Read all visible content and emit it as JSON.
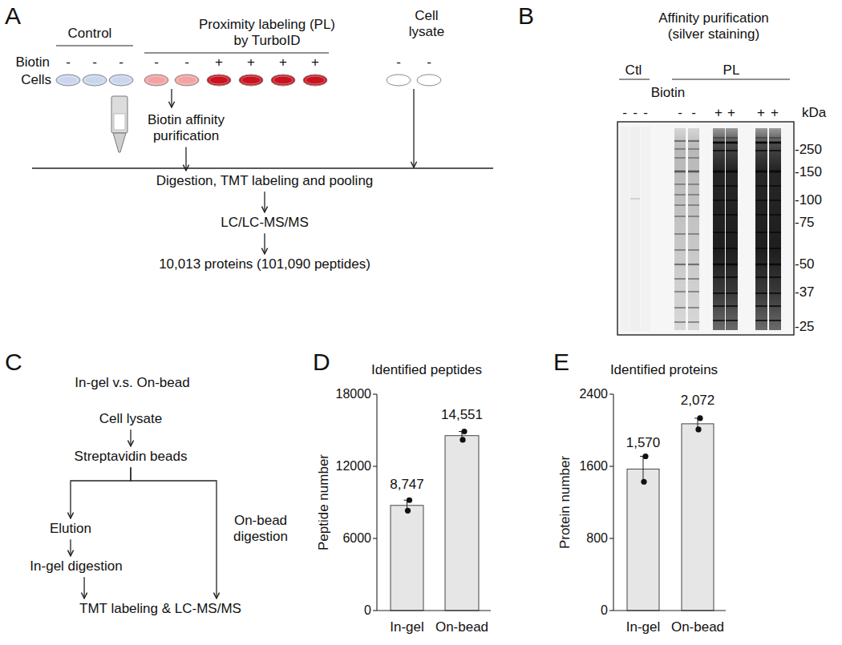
{
  "diagram": {
    "nodes": [
      {
        "text": [
          "Biotin affinity purification"
        ]
      },
      {
        "text": [
          "Digestion, TMT labeling and pooling"
        ]
      },
      {
        "text": [
          "LC/LC-MS/MS"
        ]
      },
      {
        "text": [
          "10,013 proteins (101,090 peptides)"
        ]
      },
      {
        "text": [
          "Cell lysate"
        ]
      },
      {
        "text": [
          "Streptavidin beads"
        ]
      },
      {
        "text": [
          "Elution"
        ]
      },
      {
        "text": [
          "In-gel digestion"
        ]
      },
      {
        "text": [
          "TMT labeling & LC-MS/MS"
        ]
      }
    ],
    "edges": [
      {
        "from": 0,
        "to": 1,
        "arrow": "to"
      },
      {
        "from": 1,
        "to": 2,
        "arrow": "to"
      },
      {
        "from": 2,
        "to": 3,
        "arrow": "to"
      },
      {
        "from": 4,
        "to": 5,
        "arrow": "to"
      },
      {
        "from": 5,
        "to": 6,
        "arrow": "to"
      },
      {
        "from": 5,
        "to": 8,
        "label": "On-bead digestion",
        "arrow": "to"
      },
      {
        "from": 6,
        "to": 7,
        "arrow": "to"
      },
      {
        "from": 7,
        "to": 8,
        "arrow": "to"
      }
    ],
    "labels": [
      "A",
      "Control",
      "Proximity labeling (PL) by TurboID",
      "Cell lysate",
      "Biotin",
      "-",
      "-",
      "-",
      "-",
      "-",
      "+",
      "+",
      "+",
      "+",
      "-",
      "-",
      "Cells",
      "B",
      "Affinity purification (silver staining)",
      "Ctl",
      "PL",
      "Biotin",
      "-",
      "-",
      "-",
      "-",
      "-",
      "+",
      "+",
      "+",
      "+",
      "kDa",
      "-250",
      "-150",
      "-100",
      "-75",
      "-50",
      "-37",
      "-25",
      "C",
      "In-gel v.s. On-bead",
      "D",
      "Identified peptides",
      "Peptide number",
      "18000",
      "12000",
      "6000",
      "0",
      "8,747",
      "14,551",
      "In-gel",
      "On-bead",
      "E",
      "Identified proteins",
      "Protein number",
      "2400",
      "1600",
      "800",
      "0",
      "1,570",
      "2,072",
      "In-gel",
      "On-bead"
    ]
  }
}
